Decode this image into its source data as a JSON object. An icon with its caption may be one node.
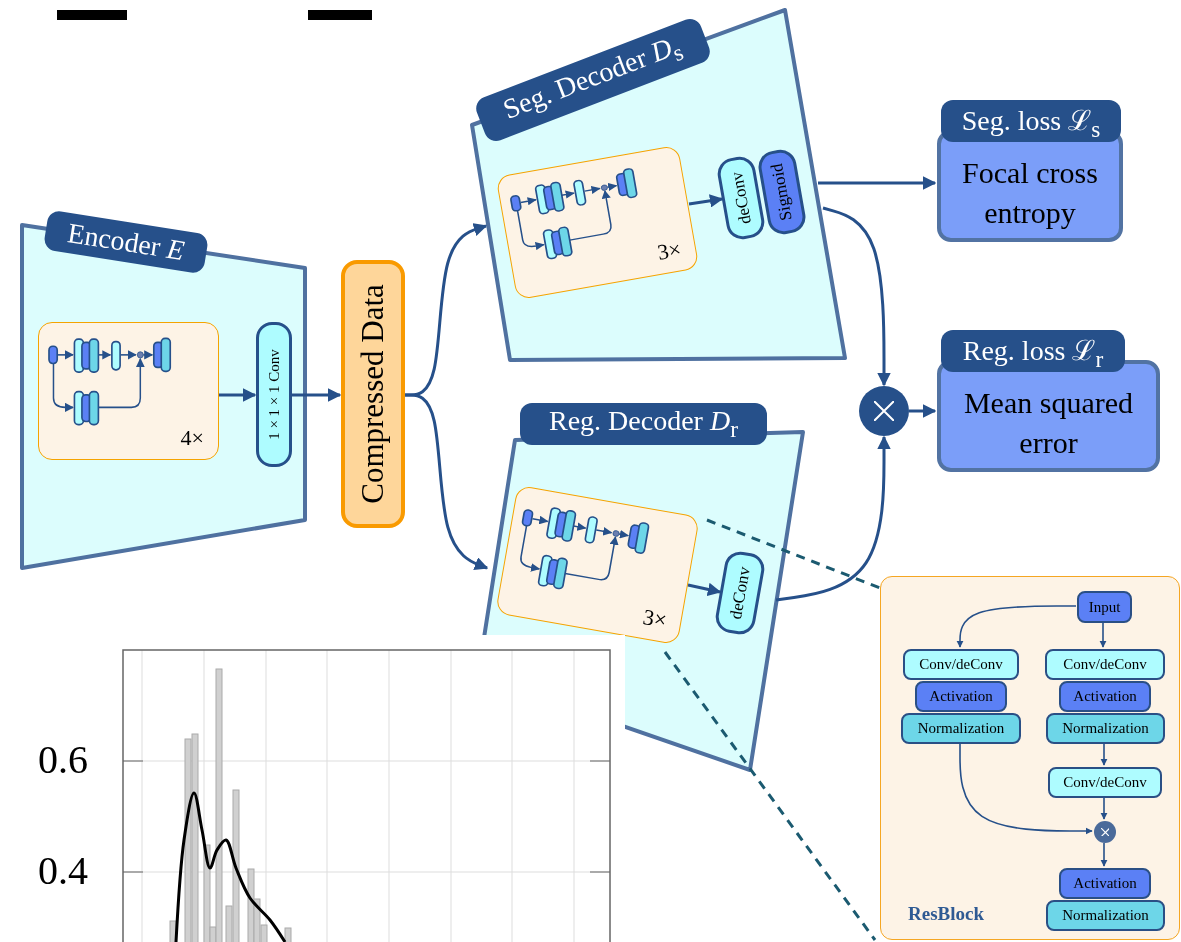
{
  "diagram": {
    "nodes": [
      {
        "text": [
          "Encoder *E*"
        ]
      },
      {
        "text": [
          "4×"
        ],
        "in": 0
      },
      {
        "text": [
          "1 × 1 × 1 Conv"
        ],
        "in": 0
      },
      {
        "text": [
          "Compressed Data"
        ]
      },
      {
        "text": [
          "Seg. Decoder *D*$_{s}$"
        ]
      },
      {
        "text": [
          "3×"
        ],
        "in": 4
      },
      {
        "text": [
          "deConv"
        ],
        "in": 4
      },
      {
        "text": [
          "Sigmoid"
        ],
        "in": 4
      },
      {
        "text": [
          "Reg. Decoder *D*$_{r}$"
        ]
      },
      {
        "text": [
          "3×"
        ],
        "in": 8
      },
      {
        "text": [
          "deConv"
        ],
        "in": 8
      },
      {
        "text": [
          "Seg. loss ℒ$_{s}$",
          "Focal cross entropy"
        ]
      },
      {
        "text": [],
        "shape": "circle"
      },
      {
        "text": [
          "Reg. loss ℒ$_{r}$",
          "Mean squared error"
        ]
      },
      {
        "text": [
          "ResBlock"
        ]
      },
      {
        "text": [
          "Input"
        ],
        "in": 14
      },
      {
        "text": [
          "Conv/deConv"
        ],
        "in": 14
      },
      {
        "text": [
          "Activation"
        ],
        "in": 14
      },
      {
        "text": [
          "Normalization"
        ],
        "in": 14
      },
      {
        "text": [
          "Conv/deConv"
        ],
        "in": 14
      },
      {
        "text": [
          "Activation"
        ],
        "in": 14
      },
      {
        "text": [
          "Normalization"
        ],
        "in": 14
      },
      {
        "text": [
          "Conv/deConv"
        ],
        "in": 14
      },
      {
        "text": [],
        "shape": "circle",
        "in": 14
      },
      {
        "text": [
          "Activation"
        ],
        "in": 14
      },
      {
        "text": [
          "Normalization"
        ],
        "in": 14
      }
    ],
    "edges": [
      {
        "from": 1,
        "to": 2,
        "arrow": "to"
      },
      {
        "from": 2,
        "to": 3,
        "arrow": "to"
      },
      {
        "from": 3,
        "to": 4,
        "arrow": "to"
      },
      {
        "from": 3,
        "to": 8,
        "arrow": "to"
      },
      {
        "from": 5,
        "to": 6,
        "arrow": "to"
      },
      {
        "from": 9,
        "to": 10,
        "arrow": "to"
      },
      {
        "from": 4,
        "to": 11,
        "arrow": "to"
      },
      {
        "from": 4,
        "to": 12,
        "arrow": "to"
      },
      {
        "from": 8,
        "to": 12,
        "arrow": "to"
      },
      {
        "from": 12,
        "to": 13,
        "arrow": "to"
      },
      {
        "from": 9,
        "to": 14,
        "arrow": "none",
        "style": "dashed",
        "color": "#1b5a70"
      },
      {
        "from": 9,
        "to": 14,
        "arrow": "none",
        "style": "dashed",
        "color": "#1b5a70"
      },
      {
        "from": 15,
        "to": 16,
        "arrow": "to"
      },
      {
        "from": 15,
        "to": 19,
        "arrow": "to"
      },
      {
        "from": 18,
        "to": 23,
        "arrow": "to"
      },
      {
        "from": 21,
        "to": 22,
        "arrow": "to"
      },
      {
        "from": 22,
        "to": 23,
        "arrow": "to"
      },
      {
        "from": 23,
        "to": 24,
        "arrow": "to"
      }
    ],
    "labels": [
      "0.6",
      "0.4"
    ]
  }
}
